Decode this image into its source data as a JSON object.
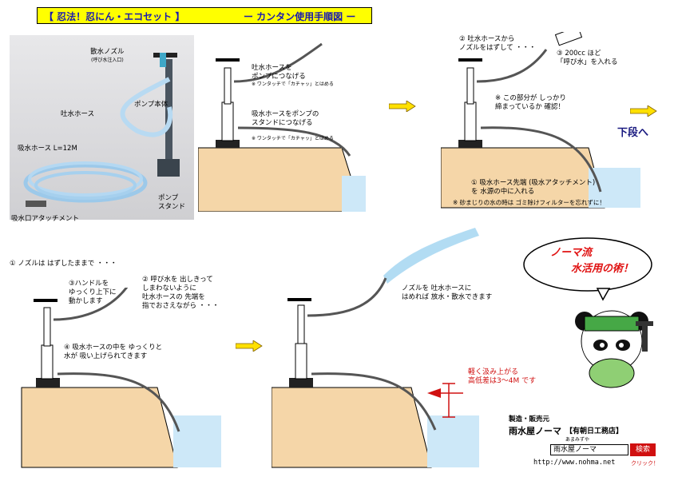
{
  "title": {
    "left": "【 忍法！忍にん・エコセット 】",
    "right": "ー カンタン使用手順図 ー"
  },
  "photo_labels": {
    "nozzle": "散水ノズル",
    "nozzle_sub": "(呼び水注入口)",
    "pump_body": "ポンプ本体",
    "discharge_hose": "吐水ホース",
    "suction_hose": "吸水ホース L=12M",
    "pump_stand": "ポンプ\nスタンド",
    "suction_attachment": "吸水口アタッチメント"
  },
  "panel1": {
    "label_a": "吐水ホースを\nポンプにつなげる",
    "note_a": "※ ワンタッチで「カチャッ」とはめる",
    "label_b": "吸水ホースをポンプの\nスタンドにつなげる",
    "note_b": "※ ワンタッチで「カチャッ」とはめる"
  },
  "panel2": {
    "step2": "② 吐水ホースから\nノズルをはずして ・・・",
    "step3": "③ 200cc ほど\n「呼び水」を入れる",
    "check": "※ この部分が しっかり\n締まっているか 確認！",
    "step1": "① 吸水ホース先端 (吸水アタッチメント)\nを 水源の中に入れる",
    "note": "※ 砂まじりの水の時は ゴミ除けフィルターを忘れずに！"
  },
  "next_label": "下段へ",
  "panel3": {
    "step1": "① ノズルは はずしたままで ・・・",
    "step3": "③ハンドルを\nゆっくり上下に\n動かします",
    "step2": "② 呼び水を 出しきって\nしまわないように\n吐水ホースの 先端を\n指でおさえながら ・・・",
    "step4": "④ 吸水ホースの中を ゆっくりと\n水が 吸い上げられてきます"
  },
  "panel4": {
    "label": "ノズルを 吐水ホースに\nはめれば 放水・散水できます",
    "height_note": "軽く汲み上がる\n高低差は3～4M です"
  },
  "callout": {
    "line1": "ノーマ流",
    "line2": "水活用の術！"
  },
  "maker": {
    "label": "製造・販売元",
    "name": "雨水屋ノーマ",
    "company": "【有朝日工務店】",
    "ruby": "あまみずや"
  },
  "search": {
    "query": "雨水屋ノーマ",
    "button": "検索",
    "click": "クリック！"
  },
  "url": "http://www.nohma.net",
  "colors": {
    "title_bg": "#ffff00",
    "title_text": "#1a1ab0",
    "ground": "#f5d6a8",
    "water": "#cde8f8",
    "accent_red": "#d01010",
    "arrow_yellow": "#ffe000"
  }
}
